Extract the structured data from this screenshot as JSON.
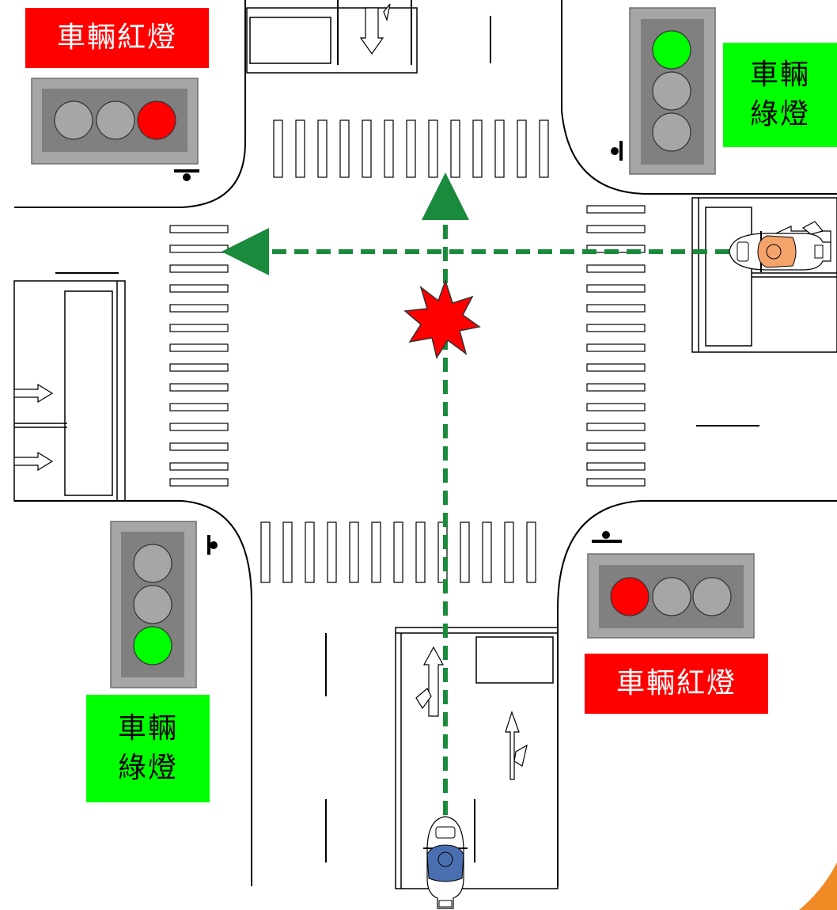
{
  "signals": {
    "top_left": {
      "label": "車輛紅燈",
      "state": "red"
    },
    "top_right": {
      "label_line1": "車輛",
      "label_line2": "綠燈",
      "state": "green"
    },
    "bottom_left": {
      "label_line1": "車輛",
      "label_line2": "綠燈",
      "state": "green"
    },
    "bottom_right": {
      "label": "車輛紅燈",
      "state": "red"
    }
  },
  "colors": {
    "red_light": "#ff0000",
    "green_light": "#00ff00",
    "off_light": "#a6a6a6",
    "path_line": "#1a8a3c",
    "collision": "#ff0000",
    "rider_bottom": "#4a6fb0",
    "rider_right": "#f4a36b"
  },
  "paths": {
    "northbound_motorcycle": "straight-north",
    "westbound_motorcycle": "straight-west"
  },
  "icons": [
    "collision-burst-icon",
    "motorcycle-icon",
    "traffic-light-icon",
    "lane-arrow-icon"
  ]
}
